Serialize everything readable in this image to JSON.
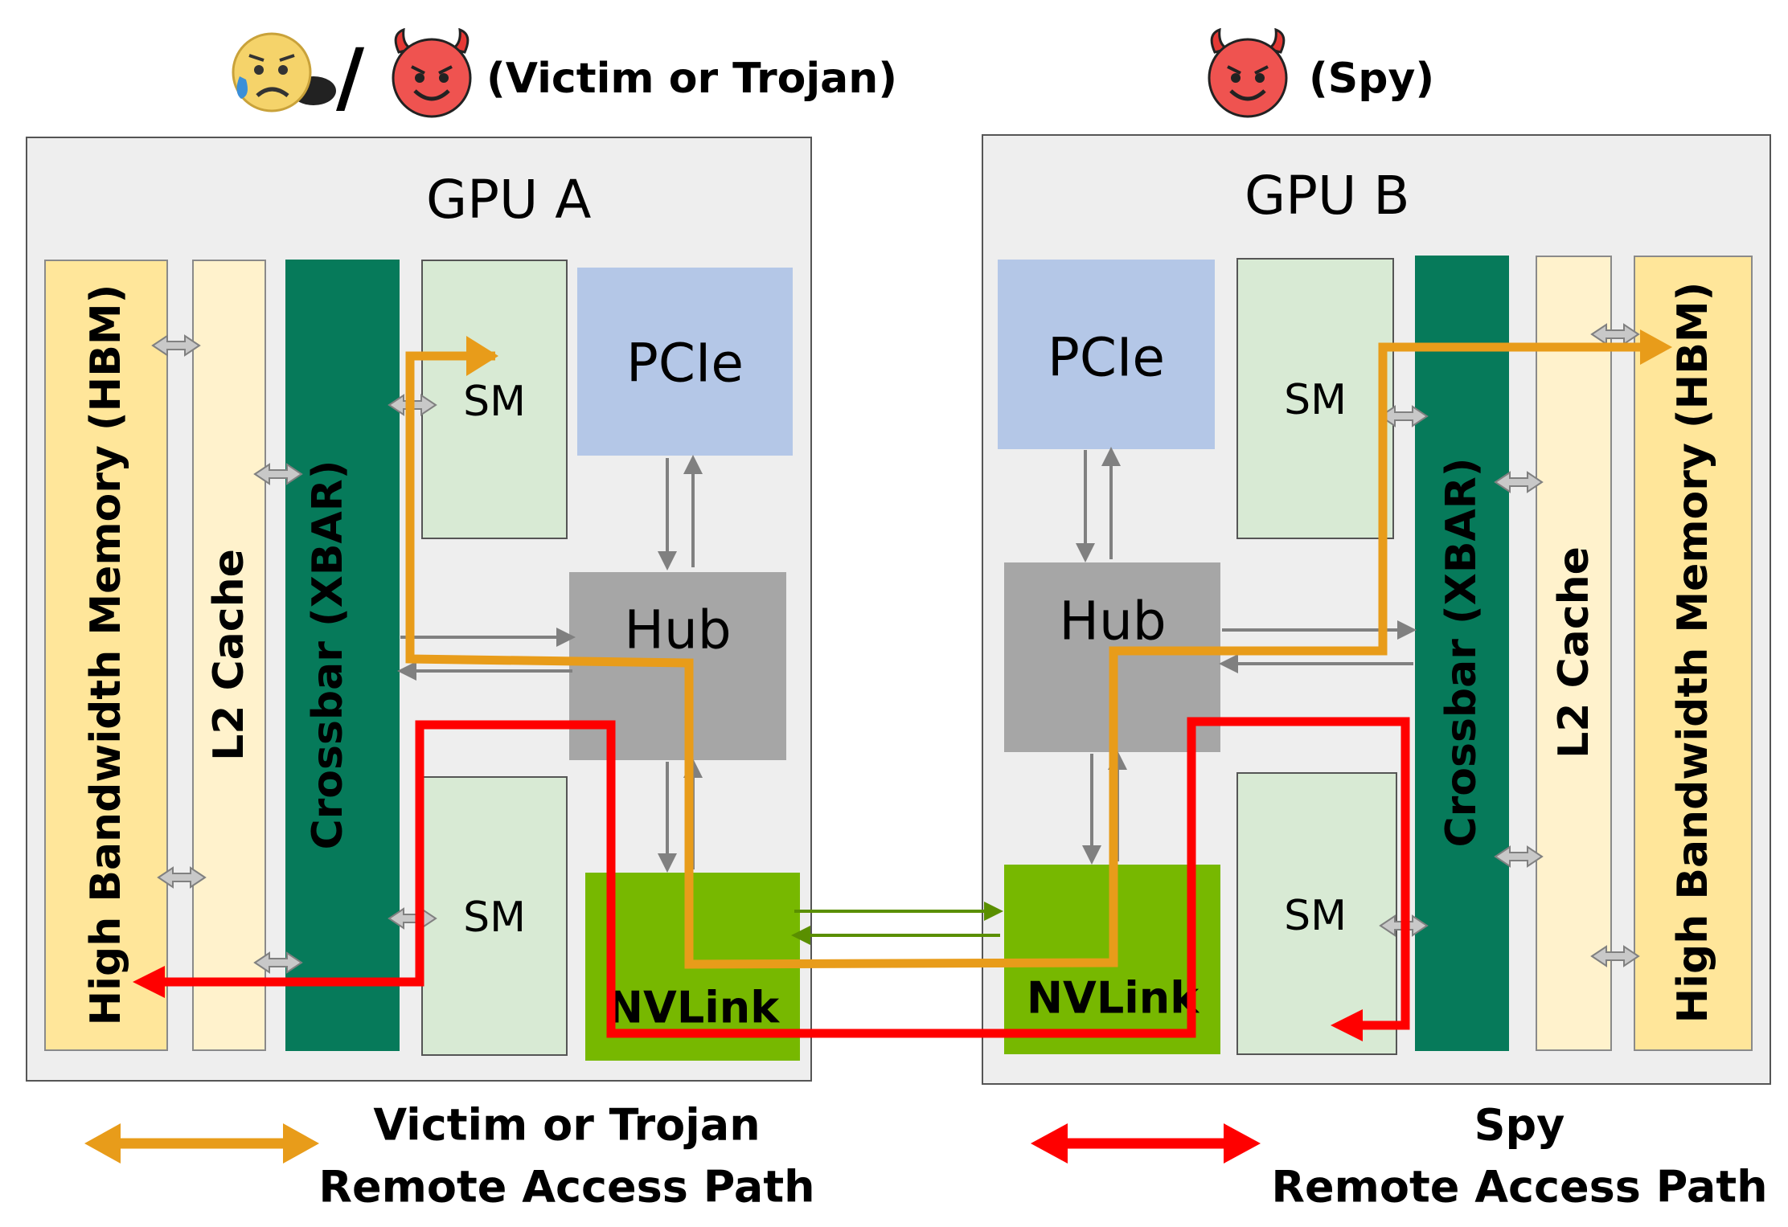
{
  "header": {
    "victim_label": "(Victim or Trojan)",
    "spy_label": "(Spy)",
    "slash": "/"
  },
  "gpu_a": {
    "title": "GPU A",
    "hbm": "High Bandwidth Memory (HBM)",
    "l2": "L2 Cache",
    "xbar": "Crossbar (XBAR)",
    "sm_top": "SM",
    "sm_bottom": "SM",
    "pcie": "PCIe",
    "hub": "Hub",
    "nvlink": "NVLink"
  },
  "gpu_b": {
    "title": "GPU B",
    "hbm": "High Bandwidth Memory (HBM)",
    "l2": "L2 Cache",
    "xbar": "Crossbar (XBAR)",
    "sm_top": "SM",
    "sm_bottom": "SM",
    "pcie": "PCIe",
    "hub": "Hub",
    "nvlink": "NVLink"
  },
  "legend": {
    "victim_line1": "Victim or Trojan",
    "victim_line2": "Remote Access Path",
    "spy_line1": "Spy",
    "spy_line2": "Remote Access Path"
  },
  "colors": {
    "victim_path": "#e89c1a",
    "spy_path": "#ff0000",
    "nvlink": "#77b800",
    "crossbar": "#067a5a",
    "pcie": "#b4c7e7",
    "hub": "#a6a6a6"
  },
  "icons": {
    "victim_face": "sad-face-icon",
    "trojan_face": "devil-face-icon",
    "spy_face": "devil-face-icon"
  }
}
